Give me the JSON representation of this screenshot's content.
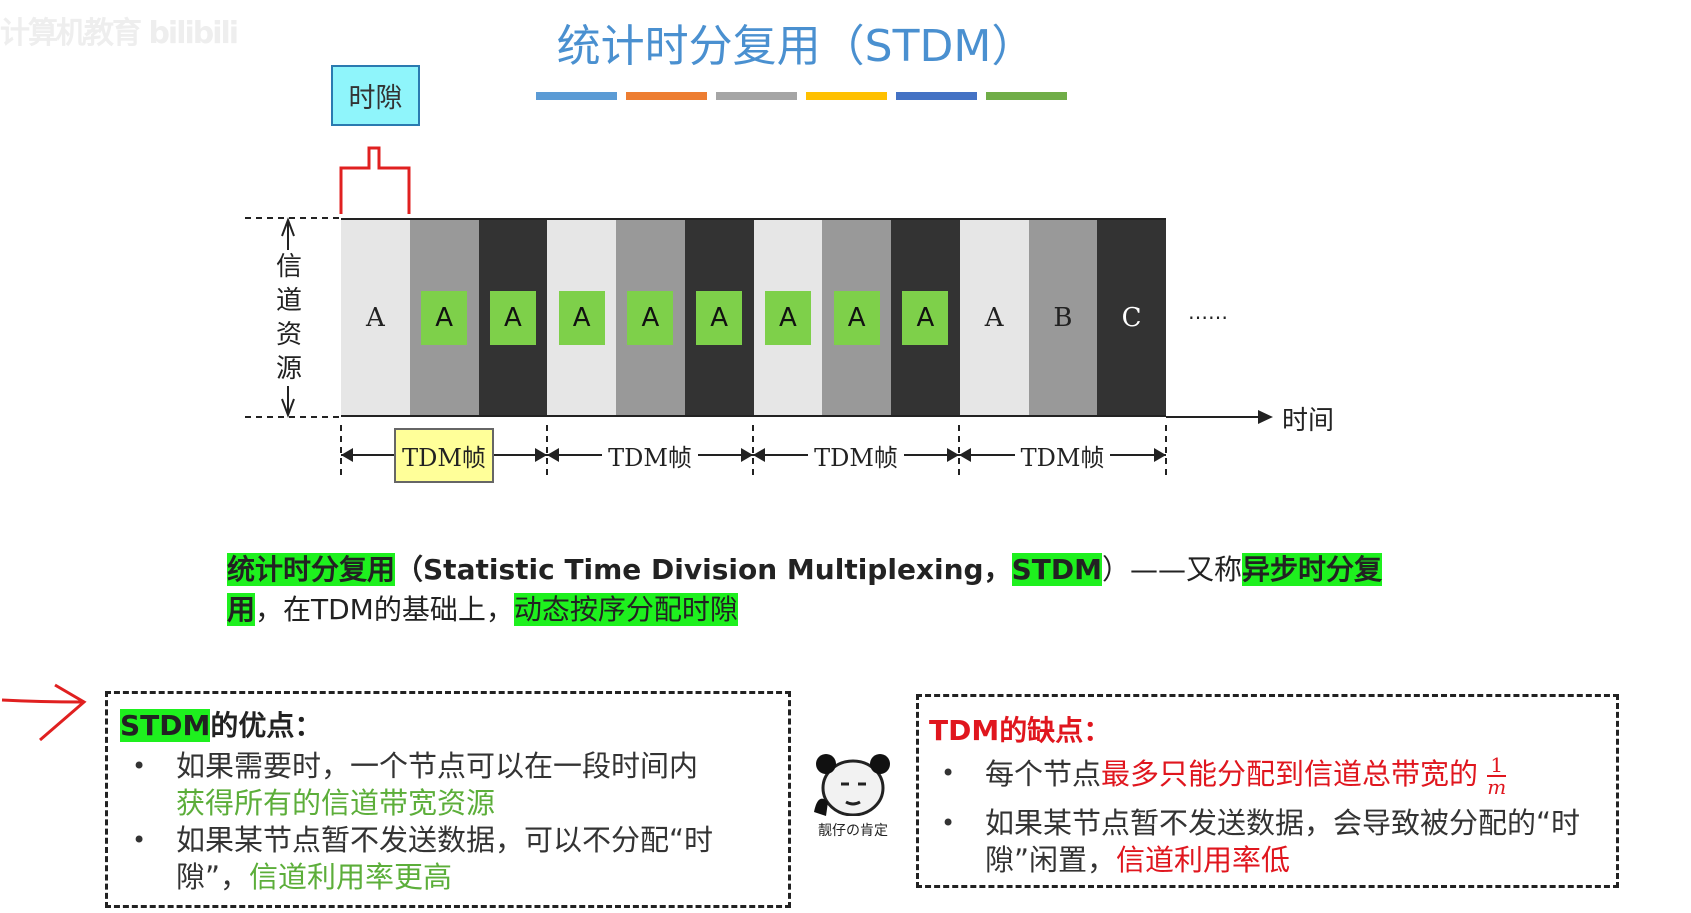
{
  "watermark": "计算机教育 bilibili",
  "title": "统计时分复用（STDM）",
  "color_bars": [
    "#5b9bd5",
    "#ed7d31",
    "#a5a5a5",
    "#ffc000",
    "#4472c4",
    "#70ad47"
  ],
  "diagram": {
    "slot_label": "时隙",
    "y_label": "信道资源",
    "x_label": "时间",
    "ellipsis": "……",
    "columns": [
      {
        "label": "A",
        "shade": "L",
        "green": false
      },
      {
        "label": "A",
        "shade": "M",
        "green": true
      },
      {
        "label": "A",
        "shade": "D",
        "green": true
      },
      {
        "label": "A",
        "shade": "L",
        "green": true
      },
      {
        "label": "A",
        "shade": "M",
        "green": true
      },
      {
        "label": "A",
        "shade": "D",
        "green": true
      },
      {
        "label": "A",
        "shade": "L",
        "green": true
      },
      {
        "label": "A",
        "shade": "M",
        "green": true
      },
      {
        "label": "A",
        "shade": "D",
        "green": true
      },
      {
        "label": "A",
        "shade": "L",
        "green": false
      },
      {
        "label": "B",
        "shade": "M",
        "green": false
      },
      {
        "label": "C",
        "shade": "D",
        "green": false
      }
    ],
    "frames": [
      "TDM帧",
      "TDM帧",
      "TDM帧",
      "TDM帧"
    ]
  },
  "definition": {
    "term": "统计时分复用",
    "english": "（Statistic Time Division Multiplexing，",
    "abbr": "STDM",
    "mid": "）——又称",
    "alias": "异步时分复用",
    "rest": "，在TDM的基础上，",
    "key": "动态按序分配时隙"
  },
  "advantages": {
    "title_hl": "STDM",
    "title_rest": "的优点：",
    "items": [
      {
        "text": "如果需要时，一个节点可以在一段时间内",
        "hl": "获得所有的信道带宽资源"
      },
      {
        "text": "如果某节点暂不发送数据，可以不分配“时隙”，",
        "hl": "信道利用率更高"
      }
    ]
  },
  "meme_caption": "靓仔の肯定",
  "disadvantages": {
    "title": "TDM的缺点：",
    "items": [
      {
        "text": "每个节点",
        "hl": "最多只能分配到信道总带宽的",
        "frac_num": "1",
        "frac_den": "m"
      },
      {
        "text": "如果某节点暂不发送数据，会导致被分配的“时隙”闲置，",
        "hl": "信道利用率低"
      }
    ]
  }
}
